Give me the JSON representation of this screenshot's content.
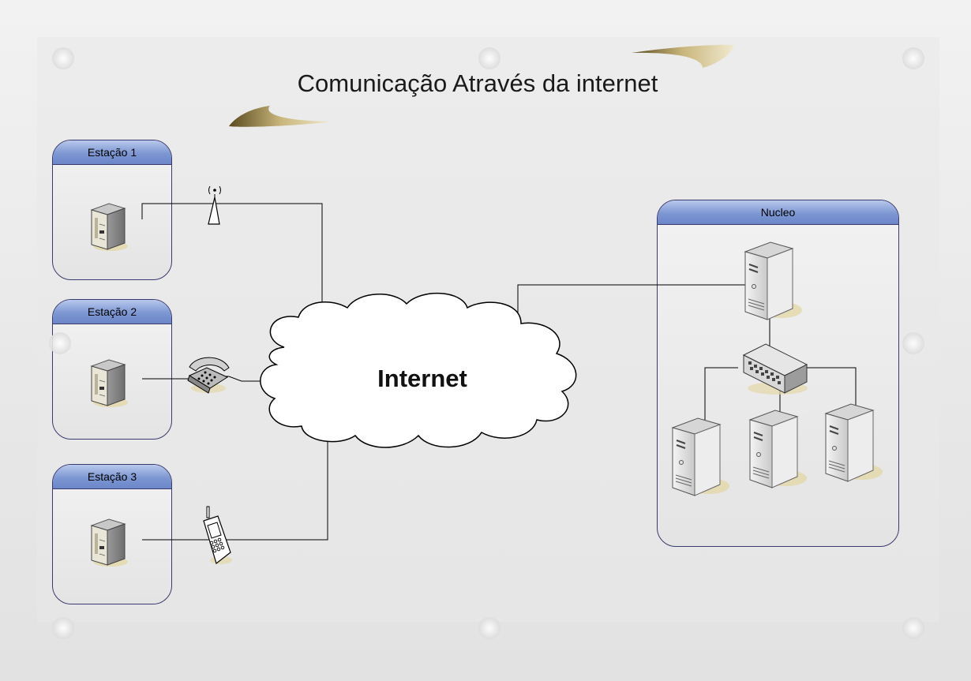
{
  "diagram": {
    "title": "Comunicação Através da internet",
    "cloud_label": "Internet",
    "stations": [
      {
        "label": "Estação 1",
        "device": "wireless-access-point"
      },
      {
        "label": "Estação 2",
        "device": "telephone"
      },
      {
        "label": "Estação 3",
        "device": "mobile-phone"
      }
    ],
    "core": {
      "label": "Nucleo"
    }
  }
}
